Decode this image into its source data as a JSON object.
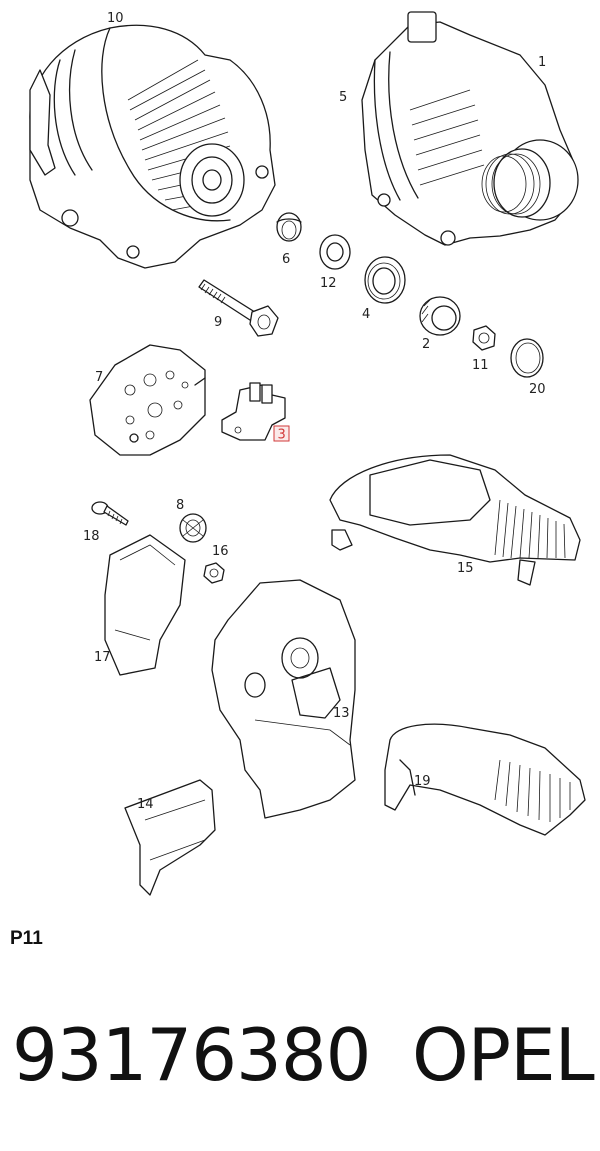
{
  "diagram": {
    "callouts": [
      "10",
      "1",
      "5",
      "6",
      "12",
      "4",
      "9",
      "2",
      "11",
      "20",
      "7",
      "3",
      "8",
      "18",
      "16",
      "15",
      "17",
      "13",
      "14",
      "19"
    ],
    "highlighted_callout": "3",
    "highlight_color": "#d23a3a"
  },
  "footer": {
    "sheet_code": "P11",
    "part_number": "93176380",
    "brand": "OPEL"
  }
}
